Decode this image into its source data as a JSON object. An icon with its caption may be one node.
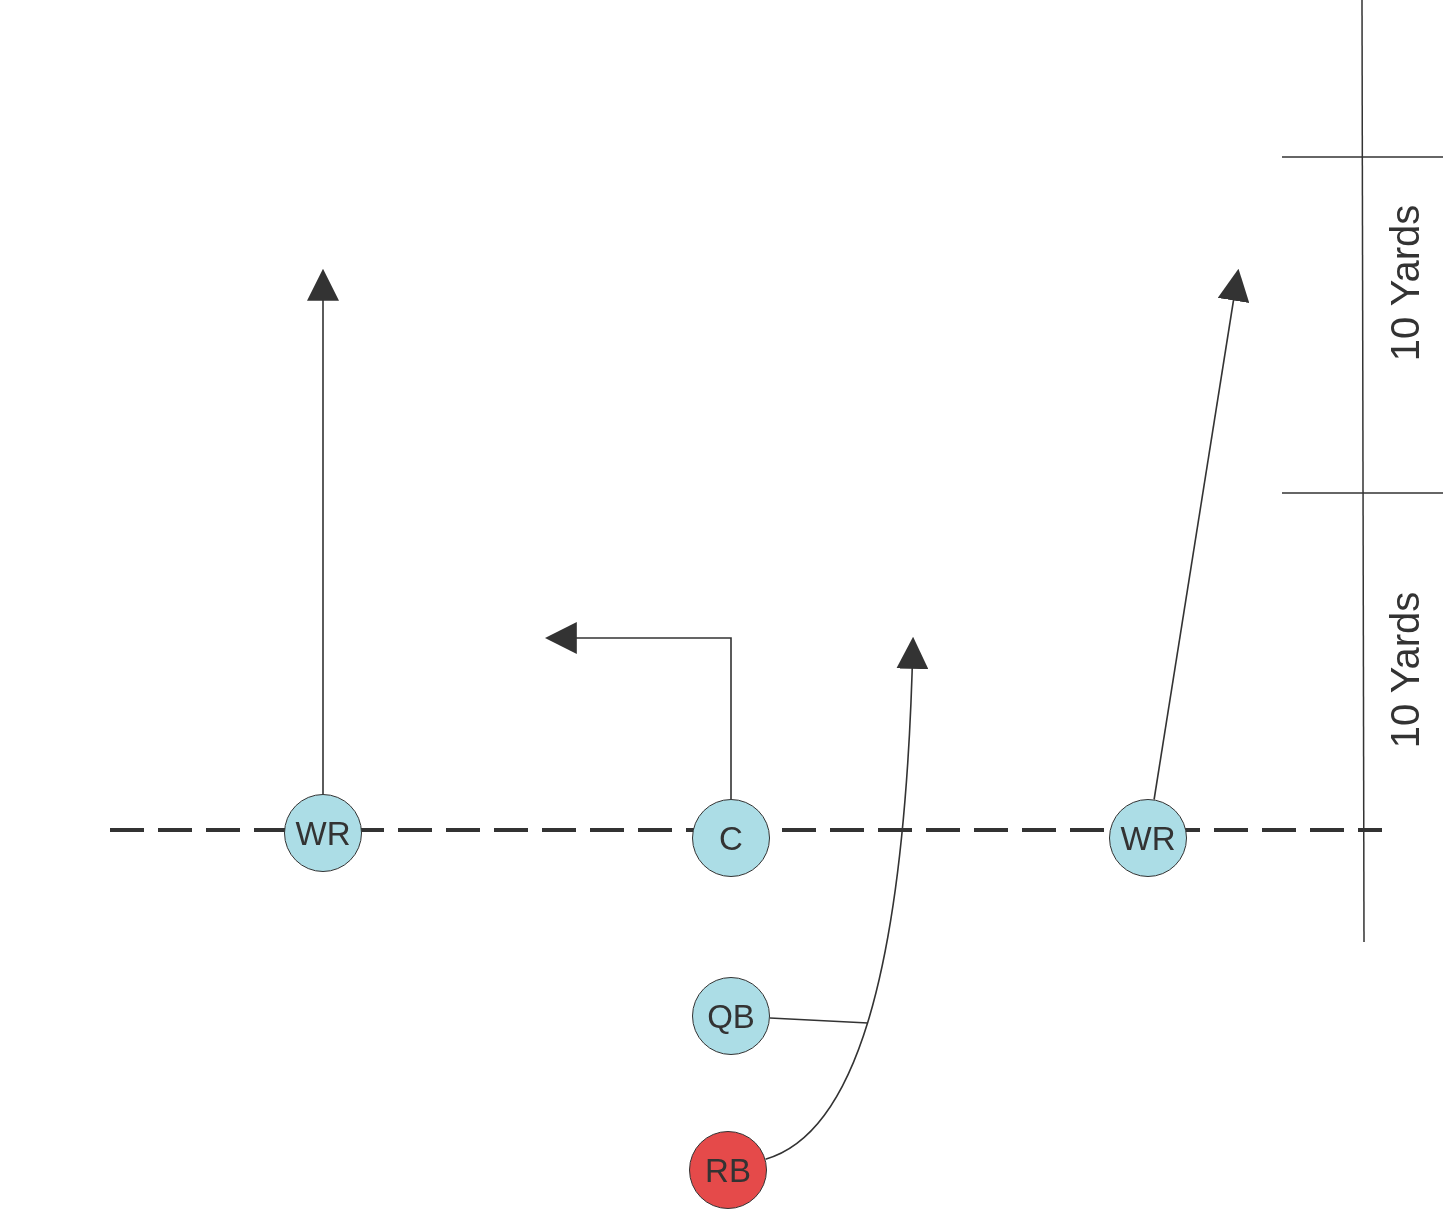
{
  "diagram": {
    "nodes": [
      {
        "text": [
          "WR"
        ]
      },
      {
        "text": [
          "C"
        ]
      },
      {
        "text": [
          "WR"
        ]
      },
      {
        "text": [
          "QB"
        ]
      },
      {
        "text": [
          "RB"
        ]
      }
    ],
    "edges": [
      {
        "from": 0,
        "to": null,
        "arrow": "to"
      },
      {
        "from": 1,
        "to": null,
        "arrow": "to"
      },
      {
        "from": 2,
        "to": null,
        "arrow": "to"
      },
      {
        "from": 4,
        "to": null,
        "arrow": "to"
      },
      {
        "from": 3,
        "to": null,
        "arrow": "none"
      }
    ],
    "labels": [
      "10 Yards",
      "10 Yards"
    ]
  }
}
